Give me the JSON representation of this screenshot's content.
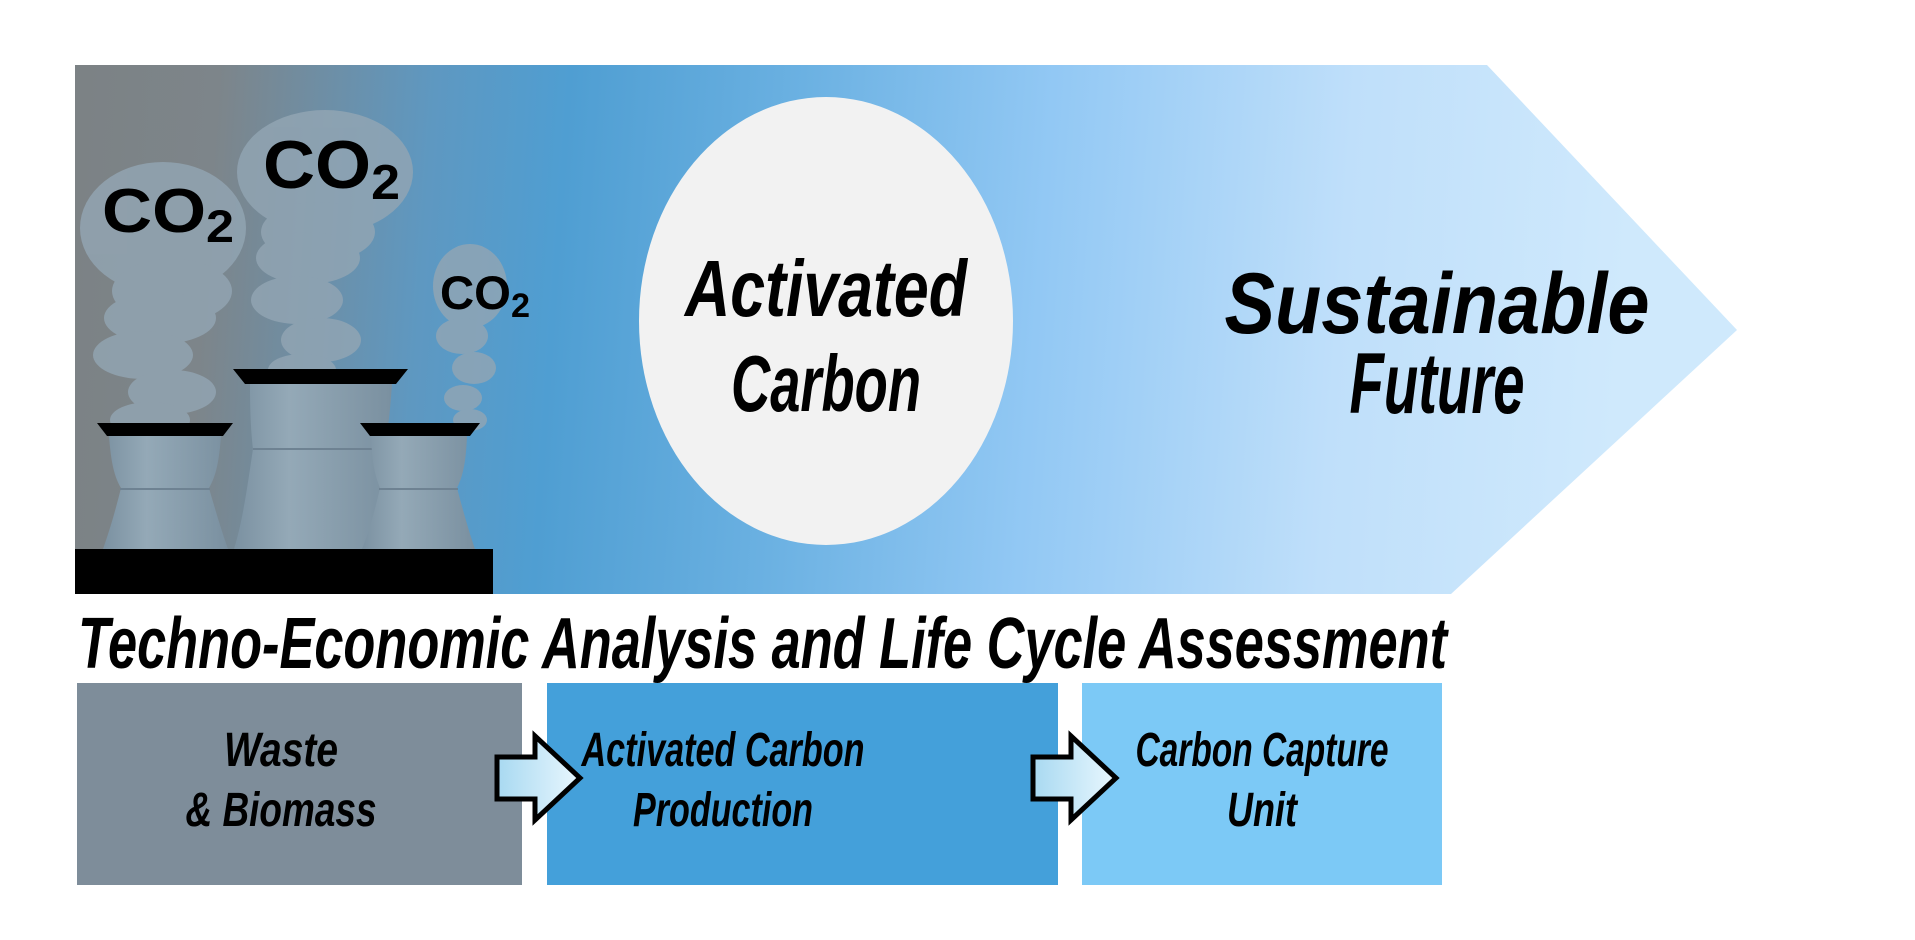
{
  "figure": {
    "co2": {
      "main": "CO",
      "sub": "2"
    },
    "circle": {
      "line1": "Activated",
      "line2": "Carbon"
    },
    "future": {
      "line1": "Sustainable",
      "line2": "Future"
    },
    "headline": "Techno-Economic Analysis and Life Cycle Assessment",
    "flow": {
      "box1": {
        "line1": "Waste",
        "line2": "& Biomass"
      },
      "box2": {
        "line1": "Activated Carbon",
        "line2": "Production"
      },
      "box3": {
        "line1": "Carbon Capture",
        "line2": "Unit"
      }
    }
  },
  "colors": {
    "banner_gray": "#7c8285",
    "banner_blue": "#4f9ed2",
    "banner_light": "#cfe9fc",
    "smoke": "#93a6b4",
    "tower_body": "#94a9b7",
    "tower_edge": "#7b91a1",
    "black": "#000000",
    "circle_fill": "#f2f2f2",
    "box_waste": "#7e8d9a",
    "box_production": "#44a0da",
    "box_capture": "#7cc9f6",
    "arrow_fill_start": "#a8d9f1",
    "arrow_fill_end": "#e9f7fe"
  }
}
